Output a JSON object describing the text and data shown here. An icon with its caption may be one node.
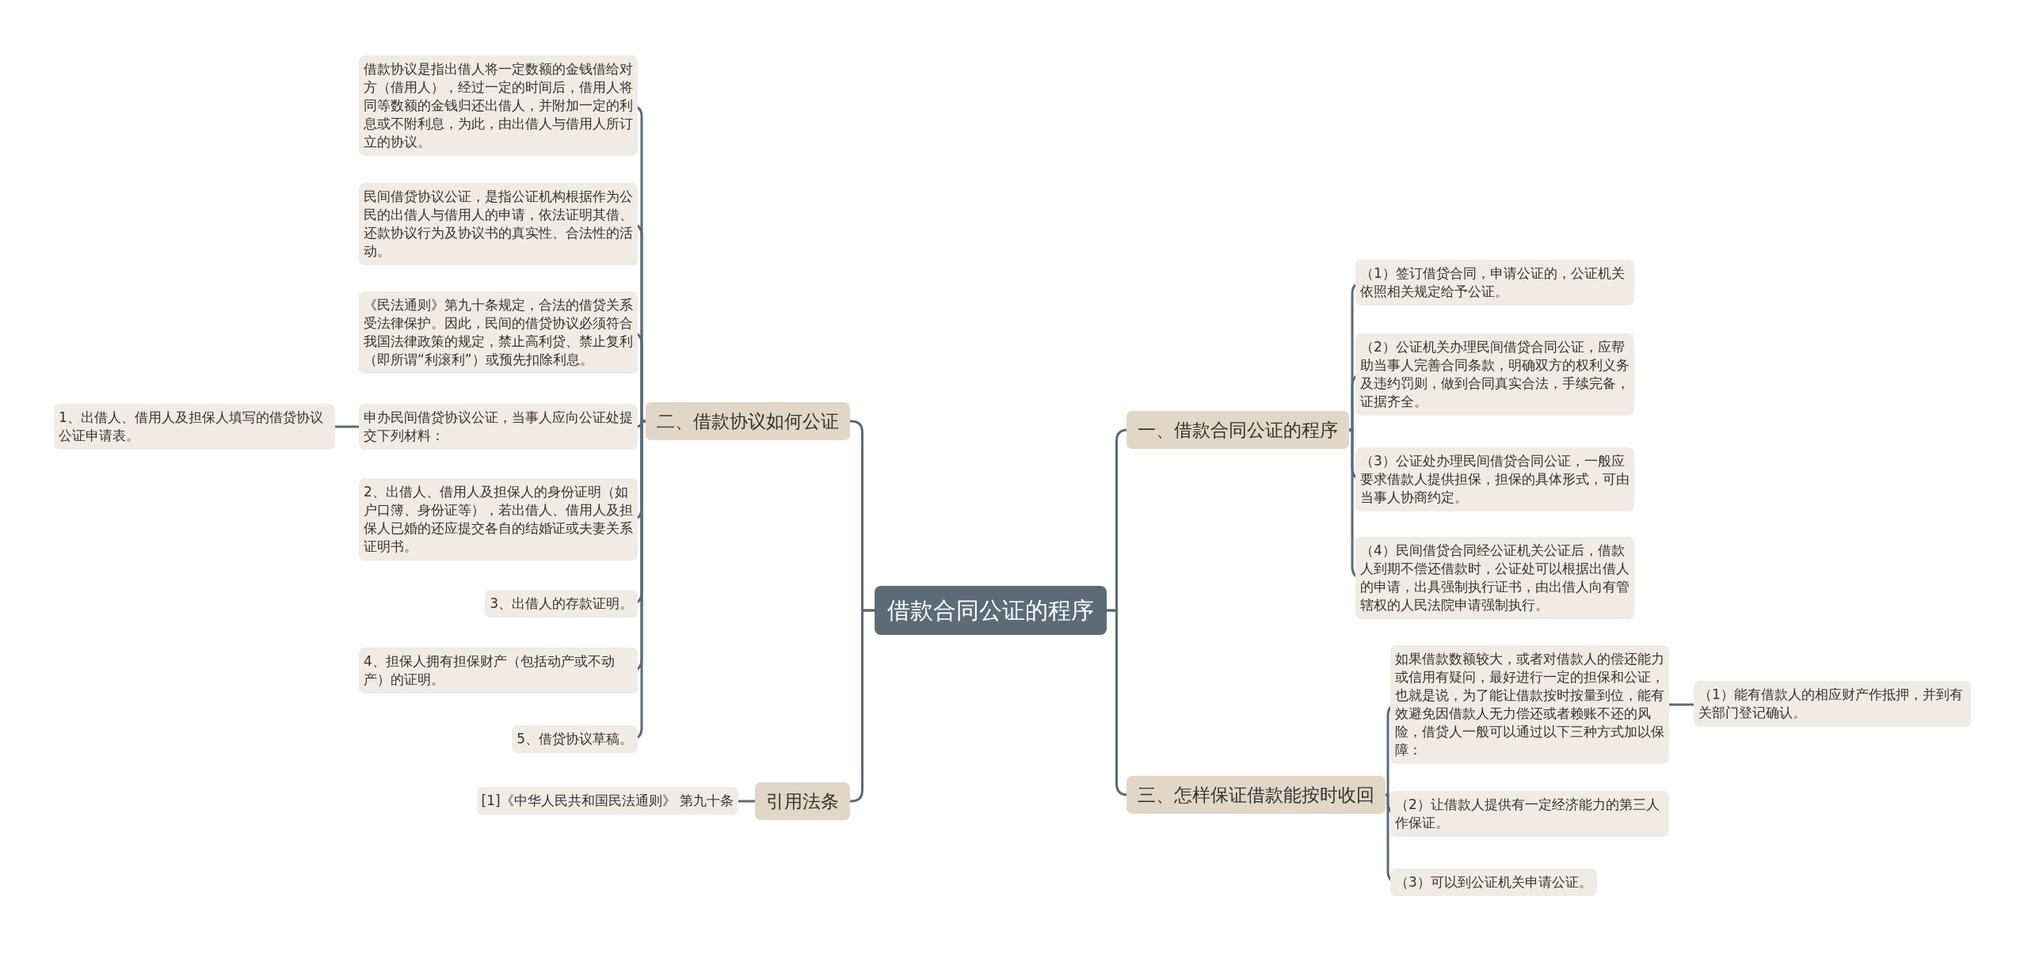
{
  "diagram": {
    "nodes": [
      {
        "text": [
          "借款合同公证的程序"
        ]
      },
      {
        "text": [
          "一、借款合同公证的程序"
        ]
      },
      {
        "text": [
          "（1）签订借贷合同，申请公证的，公证机关依照相关规定给予公证。"
        ]
      },
      {
        "text": [
          "（2）公证机关办理民间借贷合同公证，应帮助当事人完善合同条款，明确双方的权利义务及违约罚则，做到合同真实合法，手续完备，证据齐全。"
        ]
      },
      {
        "text": [
          "（3）公证处办理民间借贷合同公证，一般应要求借款人提供担保，担保的具体形式，可由当事人协商约定。"
        ]
      },
      {
        "text": [
          "（4）民间借贷合同经公证机关公证后，借款人到期不偿还借款时，公证处可以根据出借人的申请，出具强制执行证书，由出借人向有管辖权的人民法院申请强制执行。"
        ]
      },
      {
        "text": [
          "三、怎样保证借款能按时收回"
        ]
      },
      {
        "text": [
          "如果借款数额较大，或者对借款人的偿还能力或信用有疑问，最好进行一定的担保和公证，也就是说，为了能让借款按时按量到位，能有效避免因借款人无力偿还或者赖账不还的风险，借贷人一般可以通过以下三种方式加以保障："
        ]
      },
      {
        "text": [
          "（1）能有借款人的相应财产作抵押，并到有关部门登记确认。"
        ]
      },
      {
        "text": [
          "（2）让借款人提供有一定经济能力的第三人作保证。"
        ]
      },
      {
        "text": [
          "（3）可以到公证机关申请公证。"
        ]
      },
      {
        "text": [
          "二、借款协议如何公证"
        ]
      },
      {
        "text": [
          "借款协议是指出借人将一定数额的金钱借给对方（借用人），经过一定的时间后，借用人将同等数额的金钱归还出借人，并附加一定的利息或不附利息，为此，由出借人与借用人所订立的协议。"
        ]
      },
      {
        "text": [
          "民间借贷协议公证，是指公证机构根据作为公民的出借人与借用人的申请，依法证明其借、还款协议行为及协议书的真实性、合法性的活动。"
        ]
      },
      {
        "text": [
          "《民法通则》第九十条规定，合法的借贷关系受法律保护。因此，民间的借贷协议必须符合我国法律政策的规定，禁止高利贷、禁止复利（即所谓“利滚利”）或预先扣除利息。"
        ]
      },
      {
        "text": [
          "申办民间借贷协议公证，当事人应向公证处提交下列材料："
        ]
      },
      {
        "text": [
          "1、出借人、借用人及担保人填写的借贷协议公证申请表。"
        ]
      },
      {
        "text": [
          "2、出借人、借用人及担保人的身份证明（如户口簿、身份证等），若出借人、借用人及担保人已婚的还应提交各自的结婚证或夫妻关系证明书。"
        ]
      },
      {
        "text": [
          "3、出借人的存款证明。"
        ]
      },
      {
        "text": [
          "4、担保人拥有担保财产（包括动产或不动产）的证明。"
        ]
      },
      {
        "text": [
          "5、借贷协议草稿。"
        ]
      },
      {
        "text": [
          "引用法条"
        ]
      },
      {
        "text": [
          "[1]《中华人民共和国民法通则》 第九十条"
        ]
      }
    ],
    "edges": [
      {
        "from": 0,
        "to": 1,
        "arrow": "none"
      },
      {
        "from": 1,
        "to": 2,
        "arrow": "none"
      },
      {
        "from": 1,
        "to": 3,
        "arrow": "none"
      },
      {
        "from": 1,
        "to": 4,
        "arrow": "none"
      },
      {
        "from": 1,
        "to": 5,
        "arrow": "none"
      },
      {
        "from": 0,
        "to": 6,
        "arrow": "none"
      },
      {
        "from": 6,
        "to": 7,
        "arrow": "none"
      },
      {
        "from": 7,
        "to": 8,
        "arrow": "none"
      },
      {
        "from": 6,
        "to": 9,
        "arrow": "none"
      },
      {
        "from": 6,
        "to": 10,
        "arrow": "none"
      },
      {
        "from": 0,
        "to": 11,
        "arrow": "none"
      },
      {
        "from": 11,
        "to": 12,
        "arrow": "none"
      },
      {
        "from": 11,
        "to": 13,
        "arrow": "none"
      },
      {
        "from": 11,
        "to": 14,
        "arrow": "none"
      },
      {
        "from": 11,
        "to": 15,
        "arrow": "none"
      },
      {
        "from": 15,
        "to": 16,
        "arrow": "none"
      },
      {
        "from": 11,
        "to": 17,
        "arrow": "none"
      },
      {
        "from": 11,
        "to": 18,
        "arrow": "none"
      },
      {
        "from": 11,
        "to": 19,
        "arrow": "none"
      },
      {
        "from": 11,
        "to": 20,
        "arrow": "none"
      },
      {
        "from": 0,
        "to": 21,
        "arrow": "none"
      },
      {
        "from": 21,
        "to": 22,
        "arrow": "none"
      }
    ]
  }
}
